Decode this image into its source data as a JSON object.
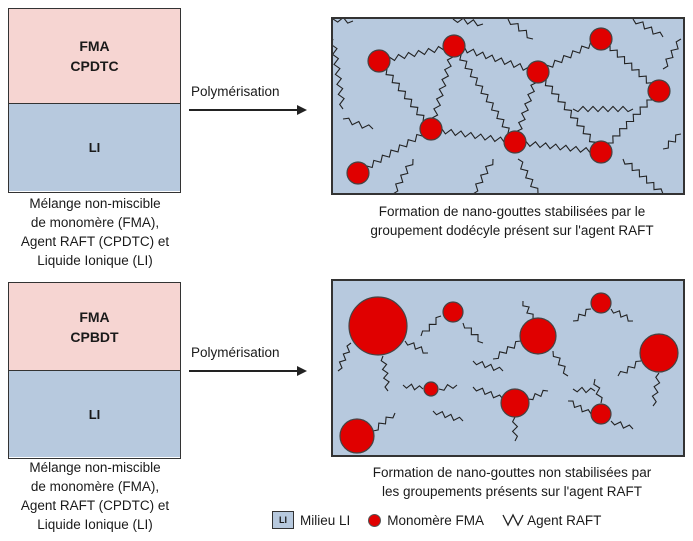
{
  "top": {
    "vial_top": [
      "FMA",
      "CPDTC"
    ],
    "vial_bottom": "LI",
    "arrow_label": "Polymérisation",
    "left_caption": [
      "Mélange non-miscible",
      "de monomère (FMA),",
      "Agent RAFT (CPDTC) et",
      "Liquide Ionique (LI)"
    ],
    "right_caption": [
      "Formation de nano-gouttes stabilisées par le",
      "groupement dodécyle présent sur l'agent RAFT"
    ]
  },
  "bottom": {
    "vial_top": [
      "FMA",
      "CPBDT"
    ],
    "vial_bottom": "LI",
    "arrow_label": "Polymérisation",
    "left_caption": [
      "Mélange non-miscible",
      "de monomère (FMA),",
      "Agent RAFT (CPDTC) et",
      "Liquide Ionique (LI)"
    ],
    "right_caption": [
      "Formation de nano-gouttes non stabilisées par",
      "les groupements présents sur l'agent RAFT"
    ]
  },
  "legend": {
    "li_box": "LI",
    "li_label": "Milieu LI",
    "monomer_label": "Monomère FMA",
    "agent_label": "Agent RAFT"
  },
  "colors": {
    "monomer_fill": "#e00000",
    "li_medium": "#b7c9de",
    "monomer_phase": "#f6d5d2"
  }
}
